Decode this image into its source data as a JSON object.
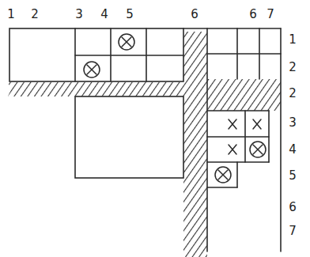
{
  "diagram": {
    "labels": [
      "1",
      "2",
      "3",
      "4",
      "5",
      "6",
      "6",
      "7",
      "1",
      "2",
      "2",
      "3",
      "4",
      "5",
      "6",
      "7"
    ]
  }
}
